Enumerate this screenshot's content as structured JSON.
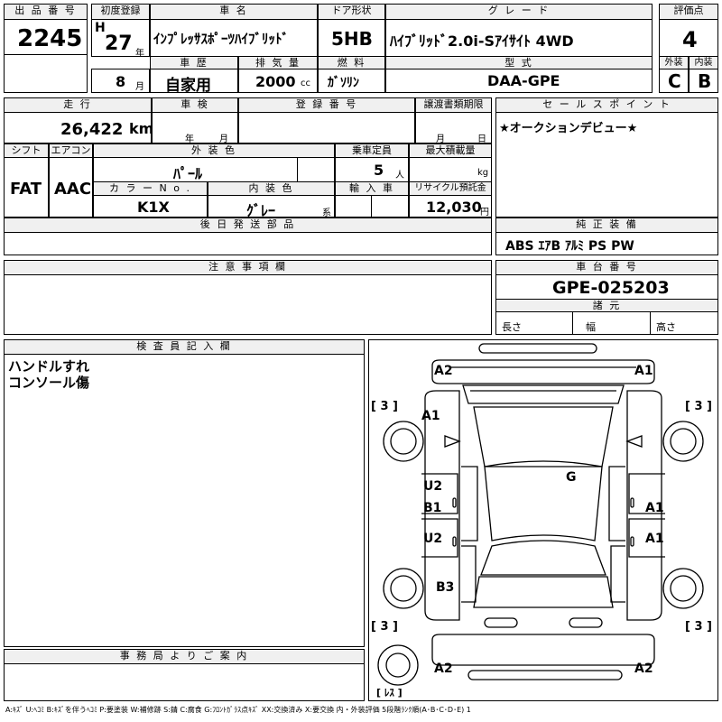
{
  "labels": {
    "lot_no": "出 品 番 号",
    "first_reg": "初度登録",
    "car_name": "車 名",
    "door": "ドア形状",
    "grade": "グ レ ー ド",
    "score": "評価点",
    "history": "車 歴",
    "displacement": "排 気 量",
    "fuel": "燃 料",
    "model_code": "型 式",
    "exterior": "外装",
    "interior": "内装",
    "mileage": "走 行",
    "inspection": "車 検",
    "reg_no": "登 録 番 号",
    "transfer_deadline": "譲渡書類期限",
    "sales_point": "セ ー ル ス ポ イ ン ト",
    "shift": "シフト",
    "aircon": "エアコン",
    "ext_color": "外 装 色",
    "capacity": "乗車定員",
    "max_load": "最大積載量",
    "color_no": "カ ラ ー N o .",
    "int_color": "内 装 色",
    "import": "輸 入 車",
    "recycle": "リサイクル預託金",
    "later_parts": "後 日 発 送 部 品",
    "genuine_equip": "純 正 装 備",
    "notes": "注 意 事 項 欄",
    "chassis_no": "車 台 番 号",
    "specs": "諸 元",
    "inspector": "検 査 員 記 入 欄",
    "office": "事 務 局 よ り ご 案 内"
  },
  "units": {
    "year": "年",
    "month": "月",
    "cc": "cc",
    "km": "km",
    "y": "年",
    "m": "月",
    "d": "日",
    "person": "人",
    "kg": "kg",
    "yen": "円",
    "kei": "系",
    "length": "長さ",
    "width": "幅",
    "height": "高さ"
  },
  "values": {
    "lot_no": "2245",
    "era": "H",
    "reg_year": "27",
    "reg_month": "8",
    "car_name": "ｲﾝﾌﾟﾚｯｻｽﾎﾟｰﾂﾊｲﾌﾞﾘｯﾄﾞ",
    "door": "5HB",
    "grade": "ﾊｲﾌﾞﾘｯﾄﾞ2.0i-Sｱｲｻｲﾄ 4WD",
    "score": "4",
    "history": "自家用",
    "displacement": "2000",
    "fuel": "ｶﾞｿﾘﾝ",
    "model_code": "DAA-GPE",
    "exterior": "C",
    "interior": "B",
    "mileage": "26,422",
    "sales_point": "★オークションデビュー★",
    "shift": "FAT",
    "aircon": "AAC",
    "ext_color": "ﾊﾟｰﾙ",
    "capacity": "5",
    "color_no": "K1X",
    "int_color": "ｸﾞﾚｰ",
    "recycle": "12,030",
    "genuine_equip": "ABS ｴｱB ｱﾙﾐ PS PW",
    "chassis_no": "GPE-025203",
    "inspector_line1": "ハンドルすれ",
    "inspector_line2": "コンソール傷"
  },
  "diagram": {
    "marks": {
      "front_left_corner": "A2",
      "front_right_corner": "A1",
      "front_left_fender": "A1",
      "roof": "G",
      "left_front_door_1": "U2",
      "left_front_door_2": "B1",
      "right_front_door": "A1",
      "left_rear_door": "U2",
      "right_rear_door": "A1",
      "left_rear_fender": "B3",
      "rear_left_corner": "A2",
      "rear_right_corner": "A2"
    },
    "tires": [
      "[ 3 ]",
      "[ 3 ]",
      "[ 3 ]",
      "[ 3 ]"
    ],
    "spare": "[ ﾚｽ ]"
  },
  "legend": "A:ｷｽﾞ U:ﾍｺﾐ B:ｷｽﾞを伴うﾍｺﾐ P:要塗装 W:補修跡 S:錆 C:腐食 G:ﾌﾛﾝﾄｶﾞﾗｽ点ｷｽﾞ XX:交換済み X:要交換 内・外装評価 5段階ﾗﾝｸ順(A･B･C･D･E) 1"
}
